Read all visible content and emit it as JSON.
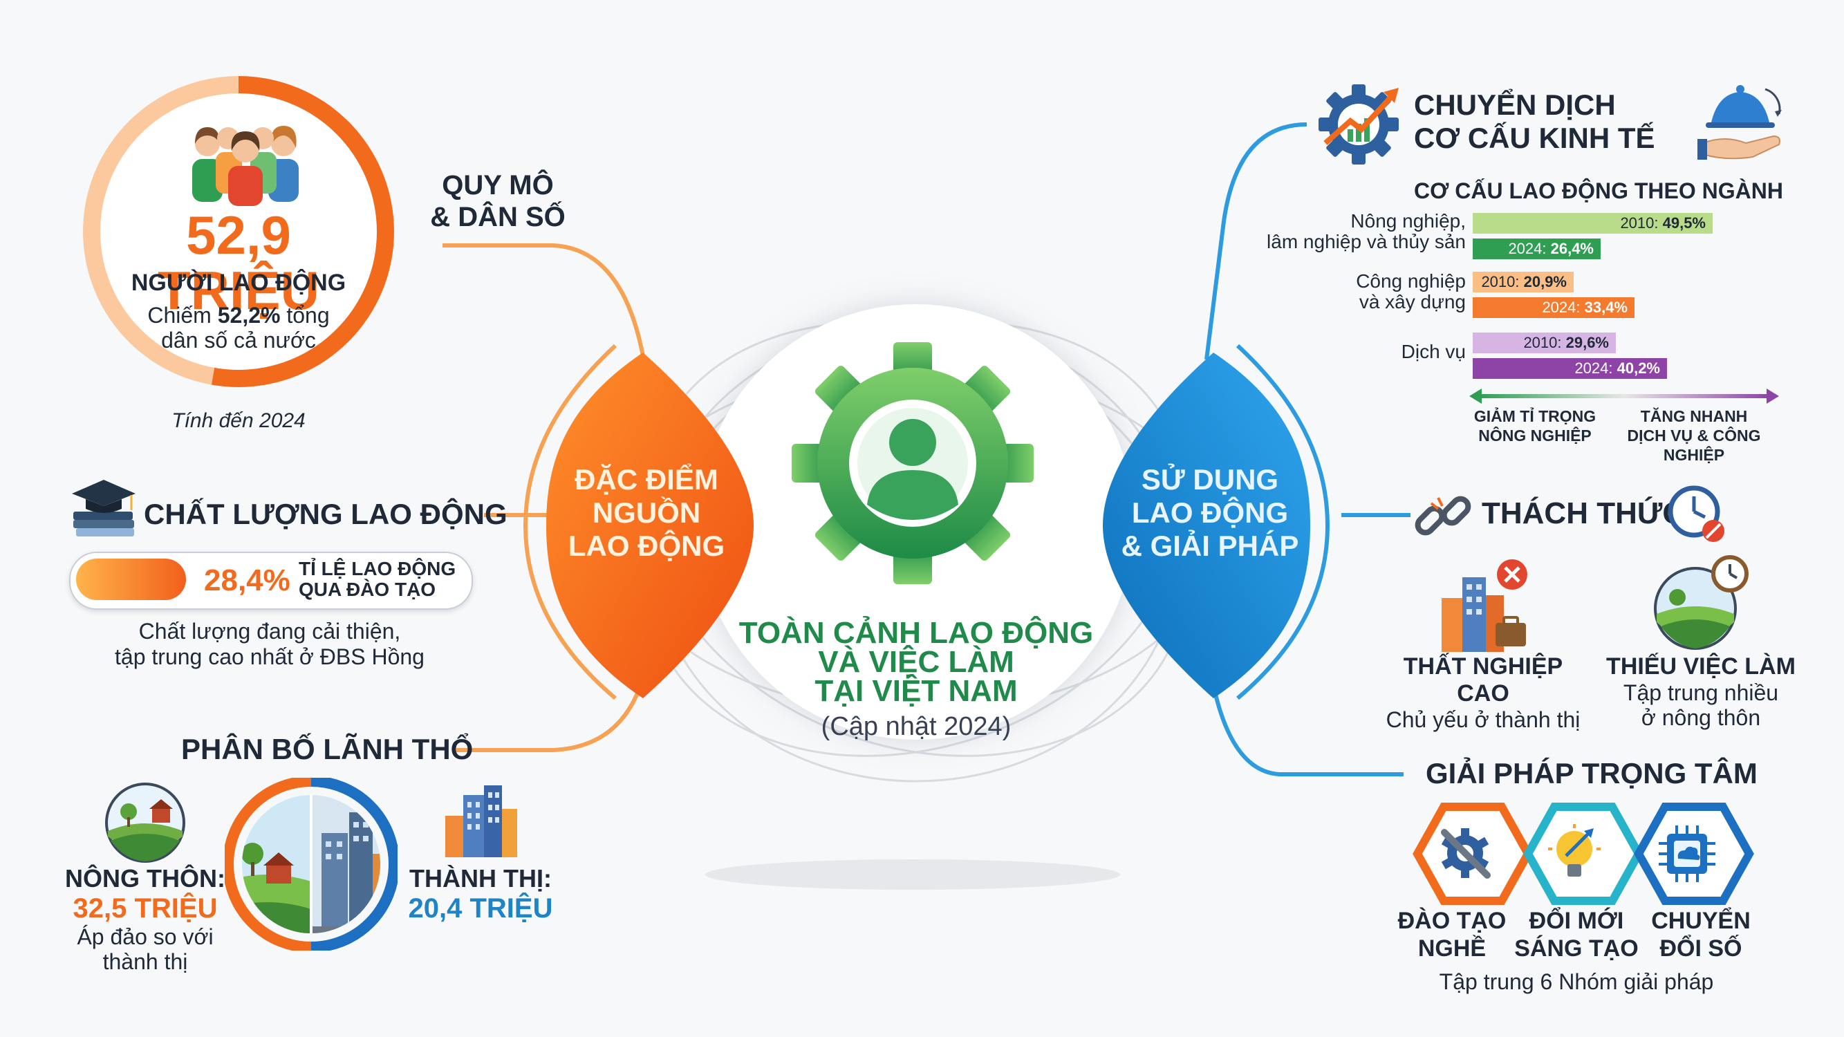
{
  "center": {
    "title_line1": "TOÀN CẢNH LAO ĐỘNG",
    "title_line2": "VÀ VIỆC LÀM",
    "title_line3": "TẠI VIỆT NAM",
    "subtitle": "(Cập nhật 2024)"
  },
  "left_hub": {
    "line1": "ĐẶC ĐIỂM",
    "line2": "NGUỒN",
    "line3": "LAO ĐỘNG"
  },
  "right_hub": {
    "line1": "SỬ DỤNG",
    "line2": "LAO ĐỘNG",
    "line3": "& GIẢI PHÁP"
  },
  "scale": {
    "title_line1": "QUY MÔ",
    "title_line2": "& DÂN SỐ",
    "big_number": "52,9 TRIỆU",
    "label": "NGƯỜI LAO ĐỘNG",
    "desc_prefix": "Chiếm ",
    "desc_value": "52,2%",
    "desc_suffix": " tổng",
    "desc_line2": "dân số cả nước",
    "note": "Tính đến 2024"
  },
  "quality": {
    "title": "CHẤT LƯỢNG LAO ĐỘNG",
    "value": "28,4%",
    "value_fraction": 0.284,
    "label_line1": "TỈ LỆ LAO ĐỘNG",
    "label_line2": "QUA ĐÀO TẠO",
    "desc_line1": "Chất lượng đang cải thiện,",
    "desc_line2": "tập trung cao nhất ở ĐBS Hồng"
  },
  "territory": {
    "title": "PHÂN BỐ LÃNH THỔ",
    "rural_label": "NÔNG THÔN:",
    "rural_value": "32,5 TRIỆU",
    "rural_desc_line1": "Áp đảo so với",
    "rural_desc_line2": "thành thị",
    "urban_label": "THÀNH THỊ:",
    "urban_value": "20,4 TRIỆU"
  },
  "shift": {
    "title_line1": "CHUYỂN DỊCH",
    "title_line2": "CƠ CẤU KINH TẾ",
    "chart_title": "CƠ CẤU LAO ĐỘNG THEO NGÀNH",
    "arrow_left_line1": "GIẢM TỈ TRỌNG",
    "arrow_left_line2": "NÔNG NGHIỆP",
    "arrow_right_line1": "TĂNG NHANH",
    "arrow_right_line2": "DỊCH VỤ & CÔNG NGHIỆP"
  },
  "chart_data": {
    "type": "bar",
    "title": "CƠ CẤU LAO ĐỘNG THEO NGÀNH",
    "categories": [
      {
        "line1": "Nông nghiệp,",
        "line2": "lâm nghiệp và thủy sản"
      },
      {
        "line1": "Công nghiệp",
        "line2": "và xây dựng"
      },
      {
        "line1": "Dịch vụ",
        "line2": ""
      }
    ],
    "bars": [
      {
        "year_label": "2010: ",
        "value_label": "49,5%",
        "value": 49.5,
        "color": "#b9dc8a"
      },
      {
        "year_label": "2024: ",
        "value_label": "26,4%",
        "value": 26.4,
        "color": "#2f9e52"
      },
      {
        "year_label": "2010: ",
        "value_label": "20,9%",
        "value": 20.9,
        "color": "#fbbf86"
      },
      {
        "year_label": "2024: ",
        "value_label": "33,4%",
        "value": 33.4,
        "color": "#f47a2d"
      },
      {
        "year_label": "2010: ",
        "value_label": "29,6%",
        "value": 29.6,
        "color": "#d6b4e3"
      },
      {
        "year_label": "2024: ",
        "value_label": "40,2%",
        "value": 40.2,
        "color": "#8e44a7"
      }
    ]
  },
  "challenges": {
    "title": "THÁCH THỨC",
    "item1_title": "THẤT NGHIỆP CAO",
    "item1_desc": "Chủ yếu ở thành thị",
    "item2_title": "THIẾU VIỆC LÀM",
    "item2_desc_line1": "Tập trung nhiều",
    "item2_desc_line2": "ở nông thôn"
  },
  "solutions": {
    "title": "GIẢI PHÁP TRỌNG TÂM",
    "s1_line1": "ĐÀO TẠO",
    "s1_line2": "NGHỀ",
    "s2_line1": "ĐỔI MỚI",
    "s2_line2": "SÁNG TẠO",
    "s3_line1": "CHUYỂN",
    "s3_line2": "ĐỔI SỐ",
    "footer": "Tập trung 6 Nhóm giải pháp"
  },
  "icons": [
    "people-group-icon",
    "graduation-cap-icon",
    "rural-farm-icon",
    "city-split-icon",
    "city-buildings-icon",
    "gear-person-icon",
    "gear-growth-icon",
    "hand-bell-icon",
    "broken-chain-icon",
    "clock-cancel-icon",
    "city-unemployment-icon",
    "farm-clock-icon",
    "wrench-gear-icon",
    "lightbulb-icon",
    "chip-cloud-icon"
  ],
  "colors": {
    "orange": "#f26b1d",
    "blue": "#1d84c6",
    "green": "#2f9e52",
    "purple": "#8e44a7"
  }
}
